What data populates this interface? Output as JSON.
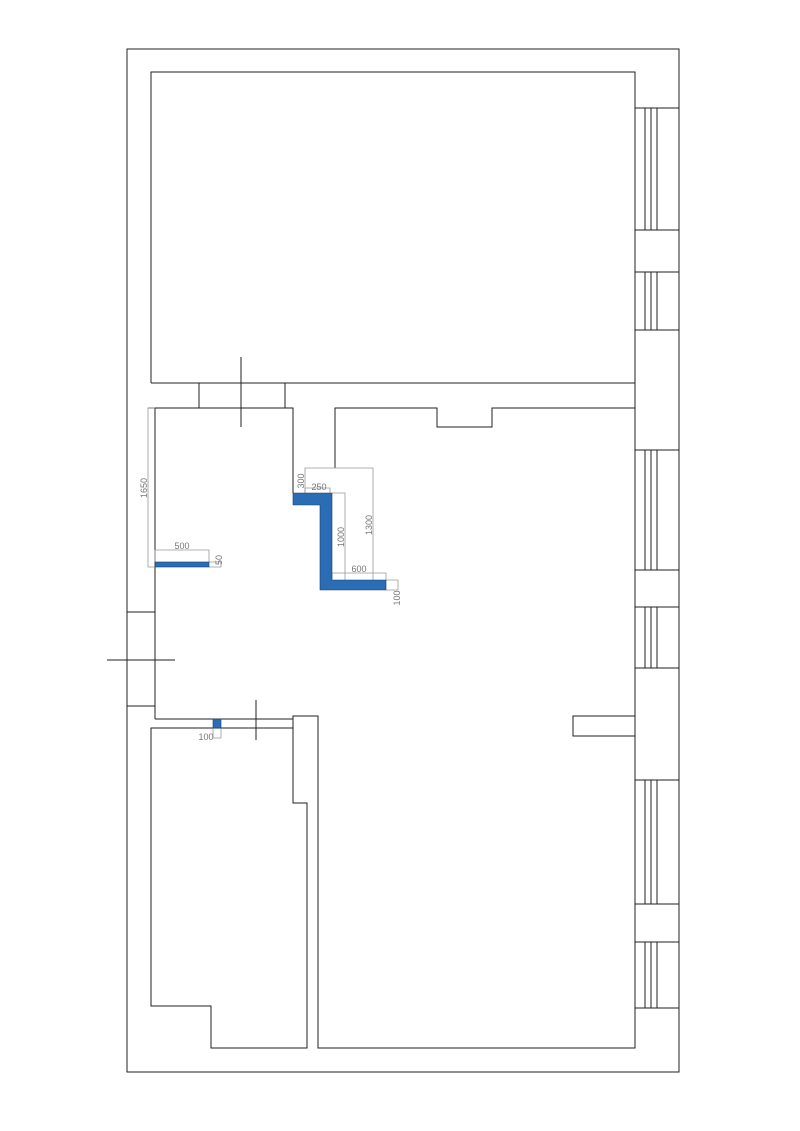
{
  "plan": {
    "accent_color": "#2a6db5",
    "dimensions": {
      "d1650": "1650",
      "d500": "500",
      "d50": "50",
      "d300": "300",
      "d250": "250",
      "d1000": "1000",
      "d1300": "1300",
      "d600": "600",
      "d100a": "100",
      "d100b": "100"
    }
  }
}
